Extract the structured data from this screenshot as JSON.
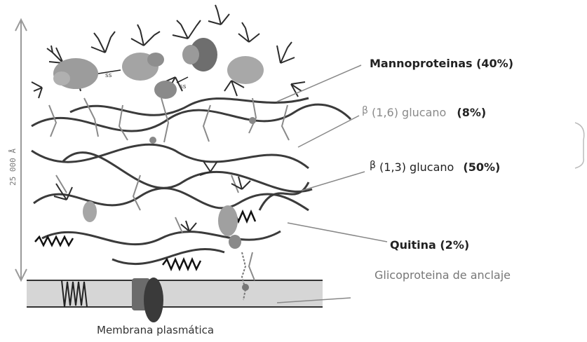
{
  "labels": {
    "mannoproteins": "Mannoproteinas (40%)",
    "beta16_symbol": "β",
    "beta16_text": "(1,6) glucano",
    "beta16_pct": "(8%)",
    "beta13_symbol": "β",
    "beta13_text": "(1,3) glucano",
    "beta13_pct": "(50%)",
    "chitin": "Quitina (2%)",
    "anchor_glycoprotein": "Glicoproteina de anclaje",
    "membrane": "Membrana plasmática",
    "thickness": "25 000 Å",
    "disulfide": "ss"
  }
}
